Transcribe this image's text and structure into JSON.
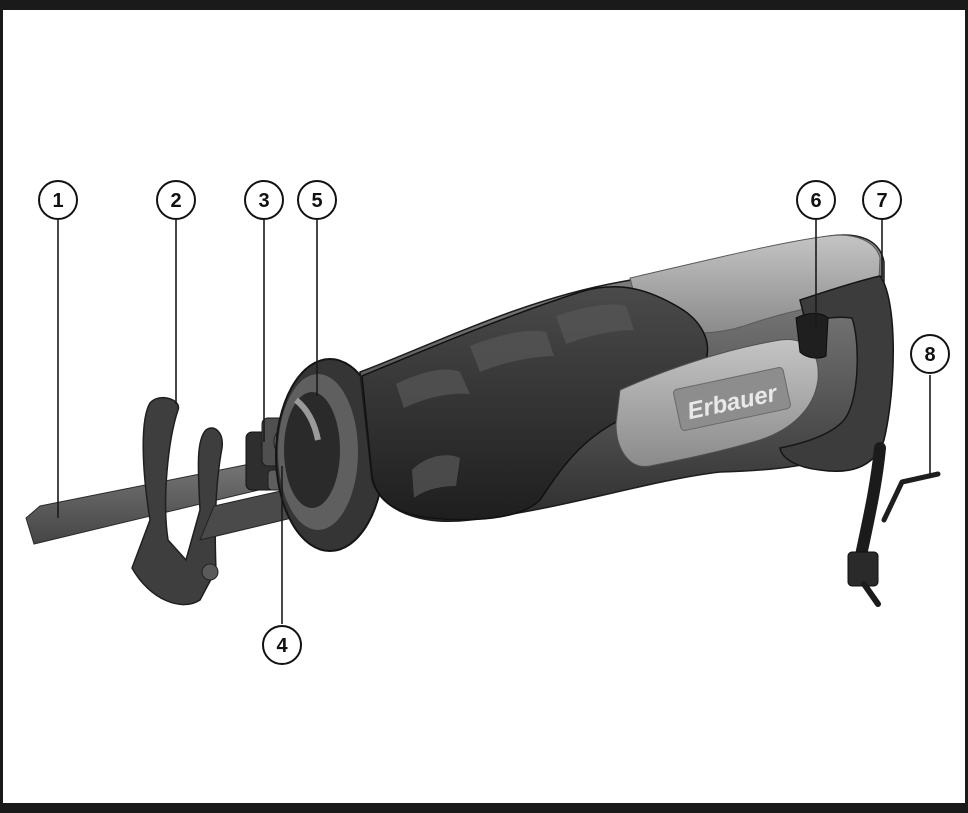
{
  "product": {
    "brand_text": "Erbauer"
  },
  "callouts": [
    {
      "id": "1",
      "label": "1"
    },
    {
      "id": "2",
      "label": "2"
    },
    {
      "id": "3",
      "label": "3"
    },
    {
      "id": "4",
      "label": "4"
    },
    {
      "id": "5",
      "label": "5"
    },
    {
      "id": "6",
      "label": "6"
    },
    {
      "id": "7",
      "label": "7"
    },
    {
      "id": "8",
      "label": "8"
    }
  ],
  "colors": {
    "frame_border": "#1a1a1a",
    "body_dark": "#3a3a3a",
    "body_mid": "#6f6f6f",
    "body_light": "#a9a9a9",
    "blade": "#5a5a5a"
  }
}
